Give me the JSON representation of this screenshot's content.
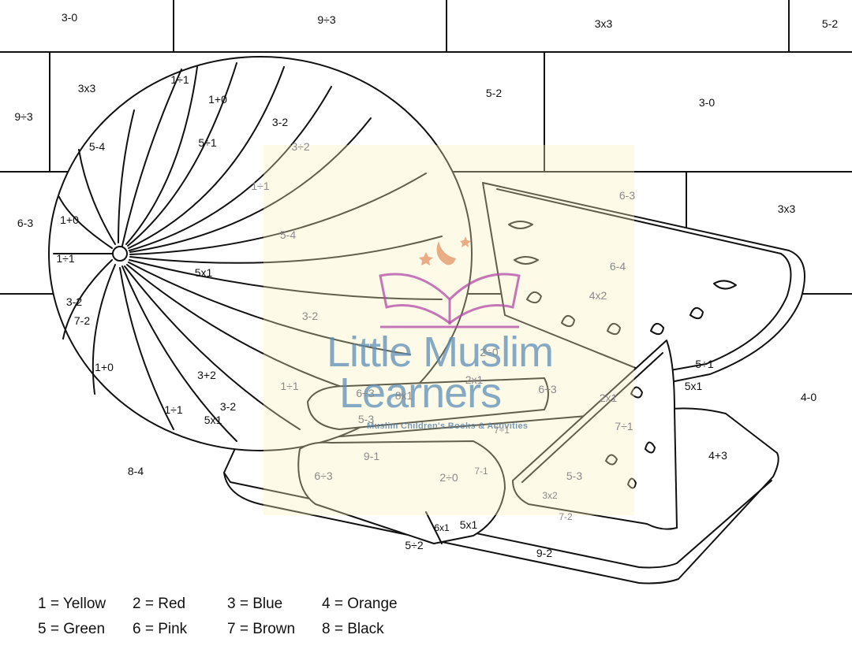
{
  "colors": {
    "line": "#111111",
    "watermark_panel": "#faf0be",
    "watermark_text": "#5c8eb6",
    "watermark_book": "#b04aa6",
    "watermark_moon": "#e08a5a"
  },
  "watermark": {
    "title_line1": "Little Muslim",
    "title_line2": "Learners",
    "tagline": "Muslim Children's Books & Activities"
  },
  "labels": {
    "wall_1": "3-0",
    "wall_2": "9÷3",
    "wall_3": "3x3",
    "wall_4": "5-2",
    "wall_5": "3x3",
    "wall_6": "9÷3",
    "wall_7": "5-2",
    "wall_8": "3-0",
    "wall_9": "6-3",
    "wall_10": "6-3",
    "wall_11": "3x3",
    "wall_12": "4-0",
    "wall_13": "8-4",
    "board_1": "9-2",
    "board_2": "4+3",
    "melon_1": "1÷1",
    "melon_2": "1+0",
    "melon_3": "3-2",
    "melon_4": "5÷1",
    "melon_5": "3÷2",
    "melon_6": "5-4",
    "melon_7": "1÷1",
    "melon_8": "1+0",
    "melon_9": "1÷1",
    "melon_10": "5x1",
    "melon_11": "5-4",
    "melon_12": "3-2",
    "melon_13": "7-2",
    "melon_14": "3-2",
    "melon_15": "1+0",
    "melon_16": "3+2",
    "melon_17": "1÷1",
    "melon_18": "3-2",
    "melon_19": "5x1",
    "melon_20": "1÷1",
    "slice_1": "6-4",
    "slice_2": "4x2",
    "slice_3": "5÷1",
    "slice_4": "5x1",
    "slice_5": "2÷0",
    "slice_6": "2x1",
    "slice_7": "6÷3",
    "slice_8": "6÷3",
    "slice_9": "8x1",
    "slice_10": "5-3",
    "slice_11": "2x1",
    "slice_12": "7÷1",
    "slice_13": "9-1",
    "slice_14": "6÷3",
    "slice_15": "2÷0",
    "slice_16": "7-1",
    "slice_17": "7÷1",
    "slice_18": "5-3",
    "slice_19": "3x2",
    "slice_20": "7-2",
    "slice_21": "6x1",
    "slice_22": "5x1",
    "slice_23": "5÷2"
  },
  "legend": [
    "1 = Yellow",
    "2 = Red",
    "3 = Blue",
    "4 = Orange",
    "5 = Green",
    "6 = Pink",
    "7 = Brown",
    "8 = Black"
  ]
}
